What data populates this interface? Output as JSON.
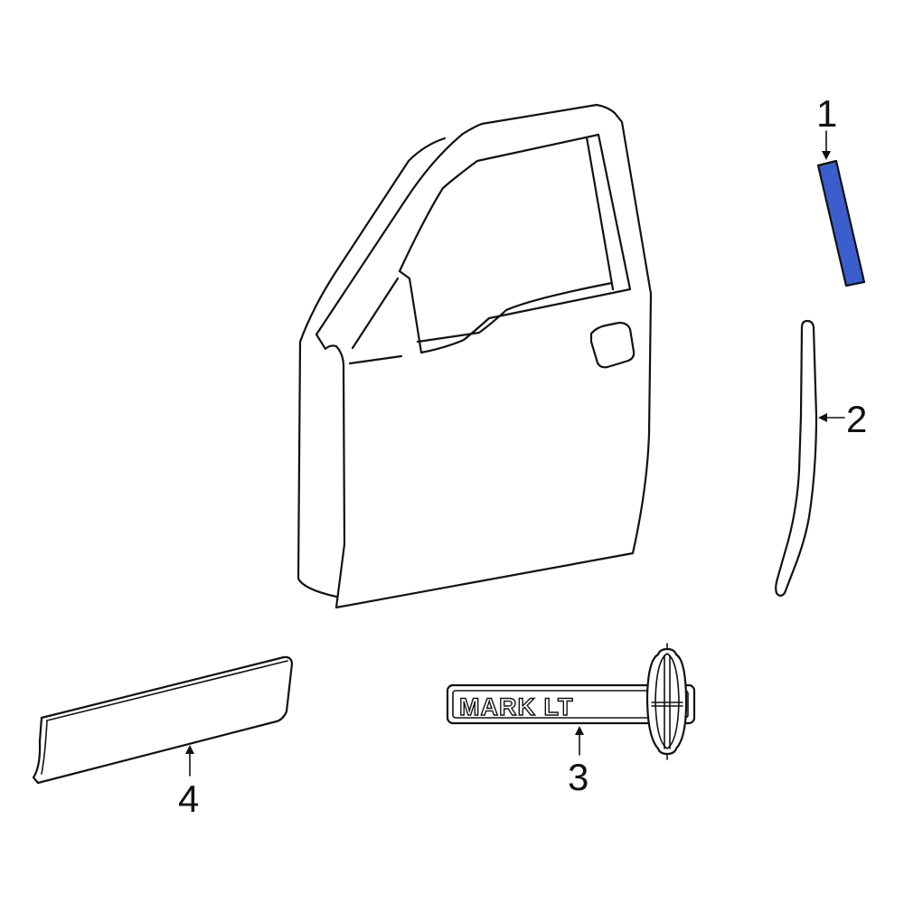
{
  "diagram": {
    "type": "parts-exploded-view",
    "subject": "front door exterior trim",
    "highlight_color": "#3a5fcd",
    "line_color": "#111111",
    "background": "#ffffff"
  },
  "callouts": [
    {
      "number": "1",
      "part": "applique-molding-highlighted",
      "label": "1"
    },
    {
      "number": "2",
      "part": "weatherstrip-belt-molding",
      "label": "2"
    },
    {
      "number": "3",
      "part": "nameplate-emblem",
      "label": "3"
    },
    {
      "number": "4",
      "part": "body-side-molding",
      "label": "4"
    }
  ],
  "emblem": {
    "text": "MARK LT"
  }
}
